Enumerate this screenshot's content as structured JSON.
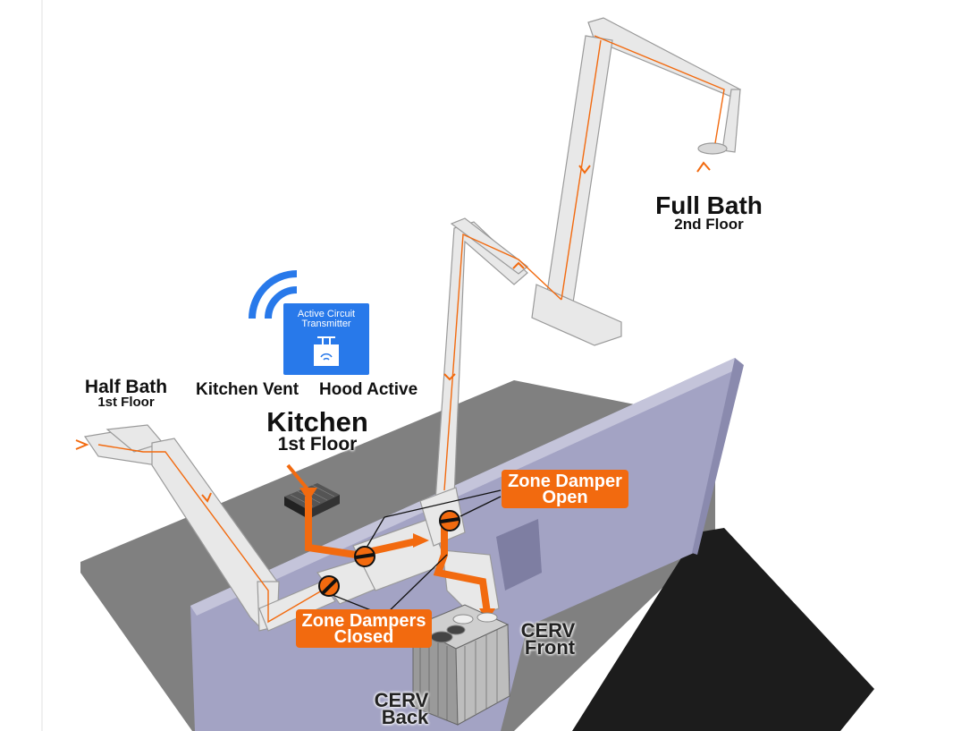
{
  "labels": {
    "full_bath": "Full Bath",
    "full_bath_floor": "2nd Floor",
    "half_bath": "Half Bath",
    "half_bath_floor": "1st Floor",
    "kitchen": "Kitchen",
    "kitchen_floor": "1st Floor",
    "kitchen_vent": "Kitchen Vent",
    "hood_active": "Hood Active",
    "cerv_front_1": "CERV",
    "cerv_front_2": "Front",
    "cerv_back_1": "CERV",
    "cerv_back_2": "Back"
  },
  "transmitter": {
    "line1": "Active Circuit",
    "line2": "Transmitter"
  },
  "callouts": {
    "open_1": "Zone Damper",
    "open_2": "Open",
    "closed_1": "Zone Dampers",
    "closed_2": "Closed"
  },
  "colors": {
    "accent_orange": "#f26a0f",
    "transmitter_blue": "#2879ea",
    "wall_purple": "#a3a3c4",
    "floor_gray": "#808080",
    "dark_floor": "#1a1a1a"
  }
}
